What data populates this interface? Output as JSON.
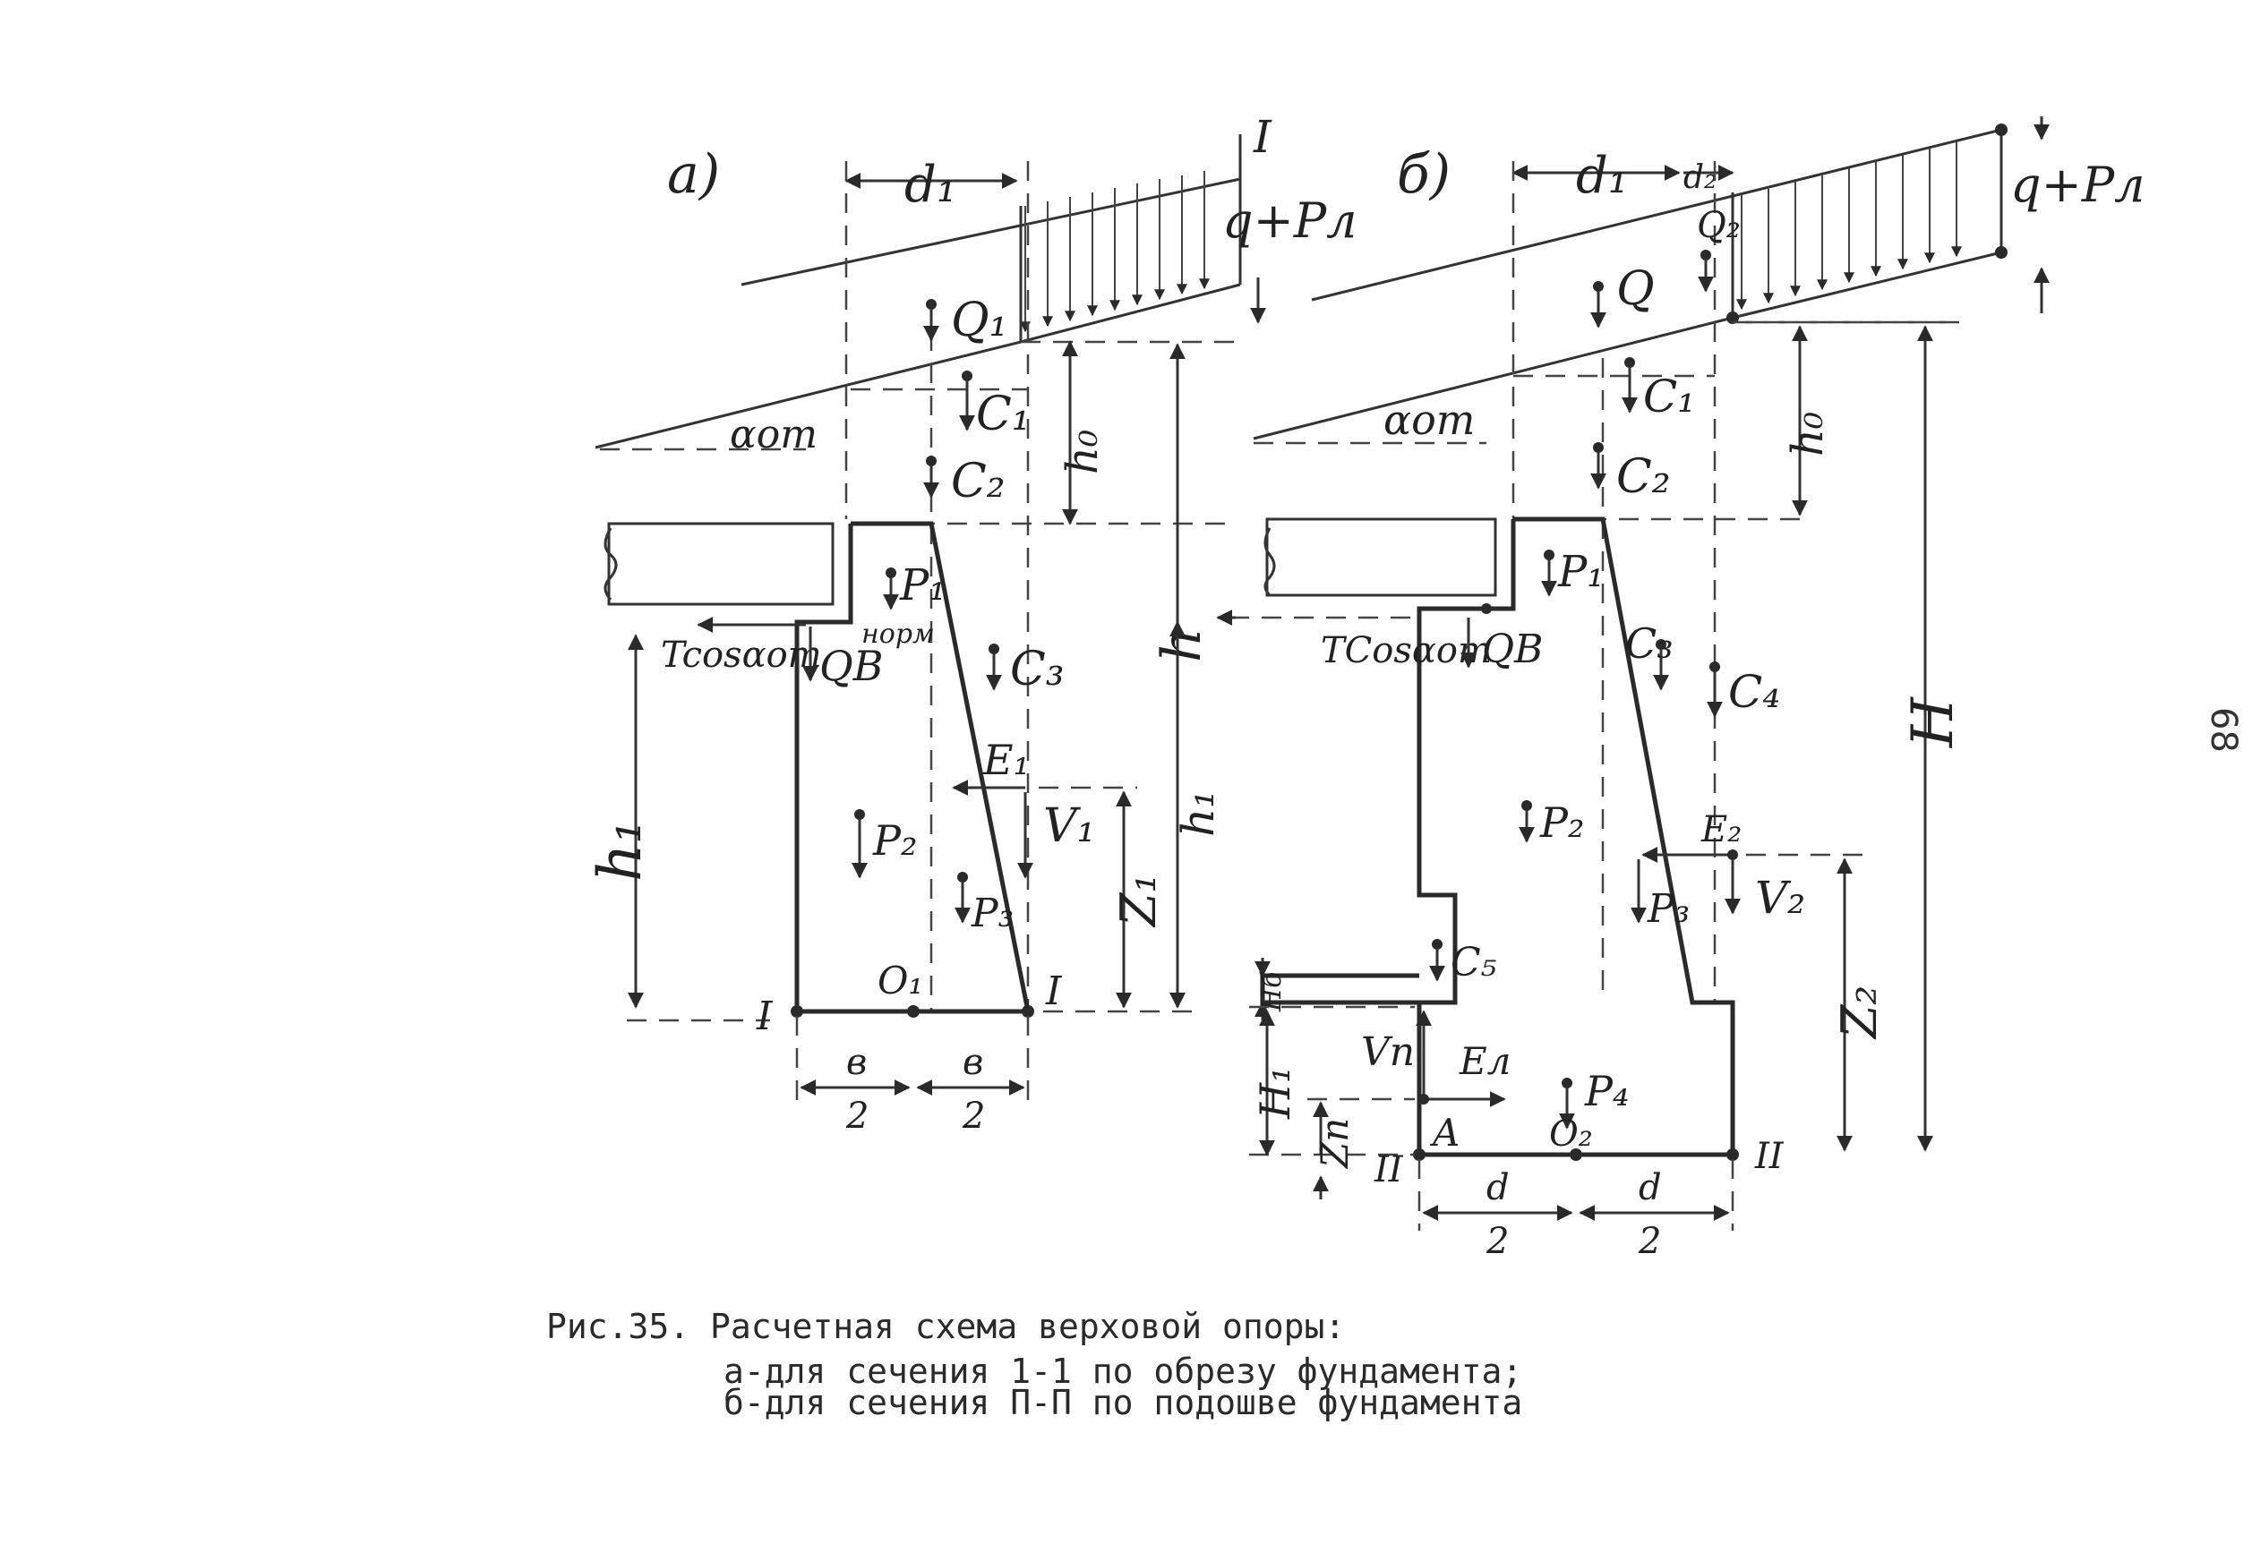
{
  "page_number": "68",
  "panel_a": {
    "tag": "а)",
    "labels": {
      "d1": "d₁",
      "load": "q+Pл",
      "section_mark_top": "I",
      "Q1": "Q₁",
      "C1": "C₁",
      "C2": "C₂",
      "h0": "h₀",
      "alpha": "αот",
      "P1": "P₁",
      "norm": "норм",
      "T": "Tcosαот",
      "QB": "QB",
      "C3": "C₃",
      "E1": "E₁",
      "V1": "V₁",
      "h1": "h₁",
      "P2": "P₂",
      "P3": "P₃",
      "Z1": "Z₁",
      "h": "h",
      "sec_left": "I",
      "O1": "O₁",
      "sec_right": "I",
      "b_half_1": "в",
      "b_half_1_den": "2",
      "b_half_2": "в",
      "b_half_2_den": "2"
    }
  },
  "panel_b": {
    "tag": "б)",
    "labels": {
      "d1": "d₁",
      "d2": "d₂",
      "load": "q+Pл",
      "Q2": "Q₂",
      "Q": "Q",
      "C1": "C₁",
      "alpha": "αот",
      "C2": "C₂",
      "h0": "h₀",
      "H": "H",
      "P1": "P₁",
      "T": "TCosαот",
      "QB": "QB",
      "C3": "C₃",
      "C4": "C₄",
      "h1": "h₁",
      "P2": "P₂",
      "E2": "E₂",
      "V2": "V₂",
      "P3": "P₃",
      "C5": "C₅",
      "Hb": "Hб",
      "Z2": "Z₂",
      "Vn": "Vп",
      "En": "Eл",
      "P4": "P₄",
      "H1": "H₁",
      "Zn": "Zп",
      "A": "A",
      "O2": "O₂",
      "sec_left": "II",
      "sec_right": "II",
      "d_half_1": "d",
      "d_half_1_den": "2",
      "d_half_2": "d",
      "d_half_2_den": "2"
    }
  },
  "caption": {
    "title": "Рис.35. Расчетная схема верховой опоры:",
    "line_a": "а-для сечения 1-1 по обрезу фундамента;",
    "line_b": "б-для сечения П-П по подошве фундамента"
  }
}
